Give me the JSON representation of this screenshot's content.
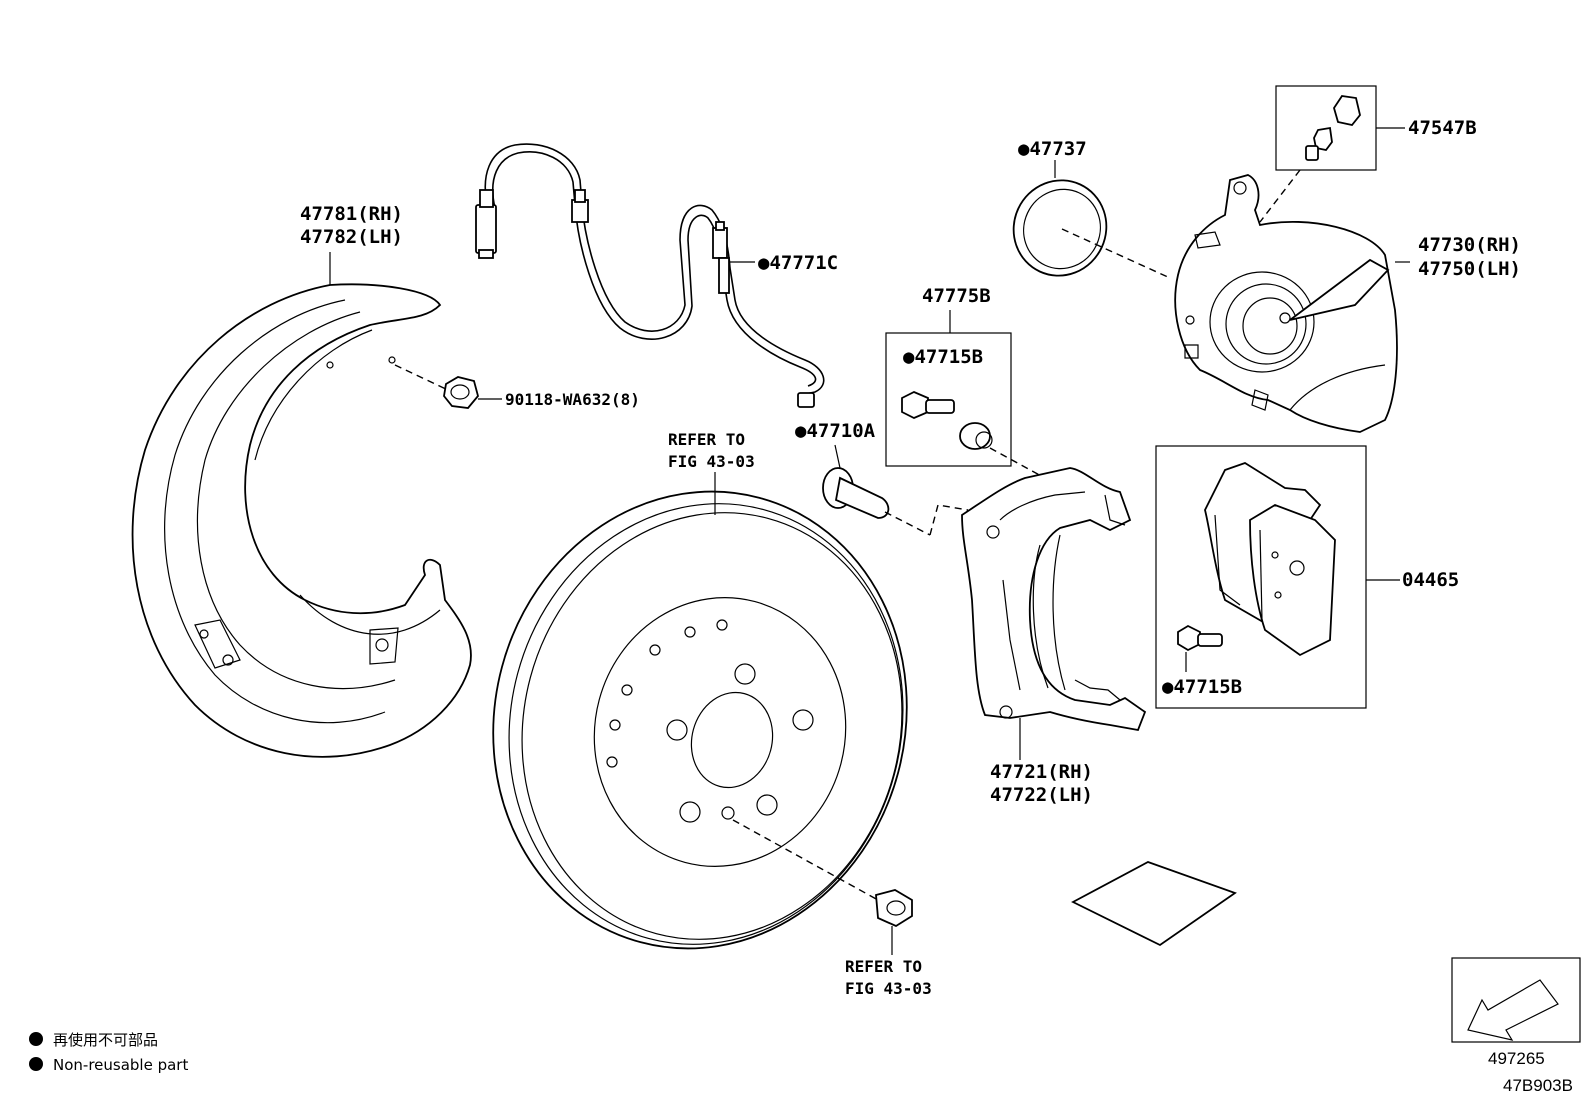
{
  "callouts": {
    "shield": [
      "47781(RH)",
      "47782(LH)"
    ],
    "shield_bolt": "90118-WA632(8)",
    "sensor": "●47771C",
    "disc_ref": [
      "REFER TO",
      "FIG 43-03"
    ],
    "screw_ref": [
      "REFER TO",
      "FIG 43-03"
    ],
    "bolt_kit": "47775B",
    "kit_bolt": "●47715B",
    "guide_bolt": "●47710A",
    "seal": "●47737",
    "bleeder": "47547B",
    "caliper": [
      "47730(RH)",
      "47750(LH)"
    ],
    "mounting": [
      "47721(RH)",
      "47722(LH)"
    ],
    "pads": "04465",
    "pad_bolt": "●47715B"
  },
  "legend": {
    "items": [
      "再使用不可部品",
      "Non-reusable part"
    ]
  },
  "direction_code": "497265",
  "diagram_code": "47B903B"
}
